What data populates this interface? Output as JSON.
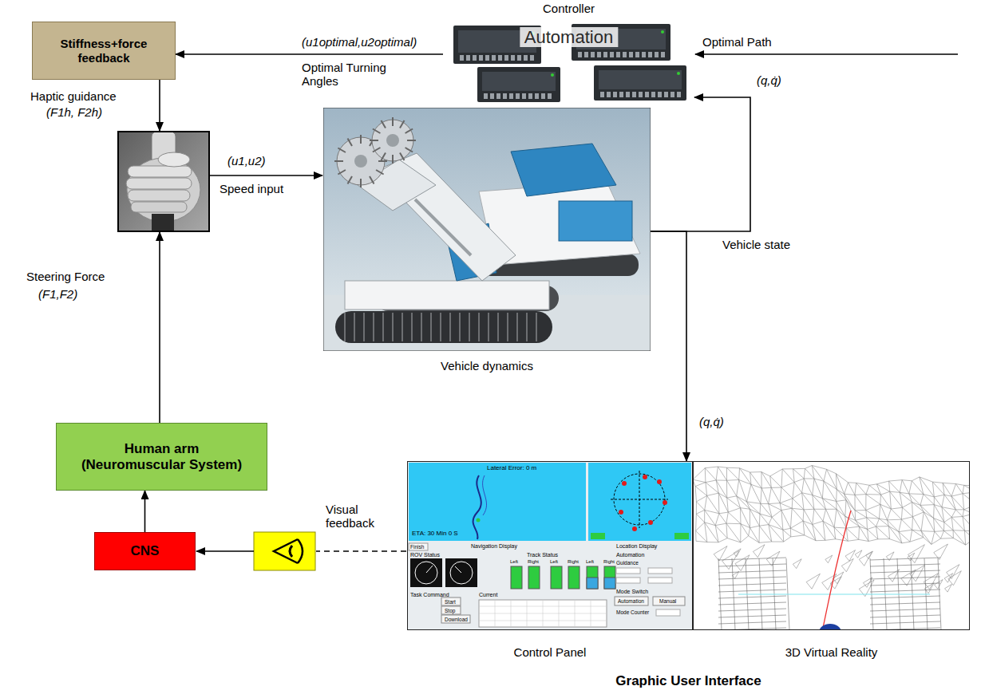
{
  "diagram": {
    "nodes": [
      {
        "text": [
          "Controller",
          "Automation"
        ]
      },
      {
        "text": [
          "Stiffness+force feedback"
        ]
      },
      {
        "text": [
          "Vehicle dynamics"
        ]
      },
      {
        "text": [
          "Human arm (Neuromuscular System)"
        ]
      },
      {
        "text": [
          "CNS"
        ]
      },
      {
        "text": [
          "Graphic User Interface"
        ]
      },
      {
        "text": [
          "Control Panel"
        ],
        "in": 5
      },
      {
        "text": [
          "3D Virtual Reality"
        ],
        "in": 5
      }
    ],
    "edges": [
      {
        "from": 0,
        "to": 1,
        "arrow": "to",
        "label": "Optimal Turning Angles"
      },
      {
        "from": 2,
        "to": 0,
        "arrow": "to",
        "label": "Vehicle state"
      },
      {
        "from": 2,
        "to": 5,
        "arrow": "to",
        "label": "(q,q̇)"
      },
      {
        "from": 4,
        "to": 3,
        "arrow": "to"
      }
    ],
    "labels": [
      "(u1optimal,u2optimal)",
      "Optimal Path",
      "(q,q̇)",
      "Haptic guidance",
      "(F1h, F2h)",
      "(u1,u2)",
      "Speed input",
      "Steering Force",
      "(F1,F2)",
      "Visual feedback",
      "Lateral Error: 0 m",
      "ETA: 30 Min 0 S",
      "Finish",
      "Navigation Display",
      "Location Display",
      "ROV Status",
      "Track Status",
      "Left",
      "Right",
      "Left",
      "Right",
      "Left",
      "Right",
      "Automation",
      "Guidance",
      "Mode Switch",
      "Automation",
      "Manual",
      "Mode Counter",
      "Task Command",
      "Start",
      "Stop",
      "Download",
      "Current"
    ]
  }
}
